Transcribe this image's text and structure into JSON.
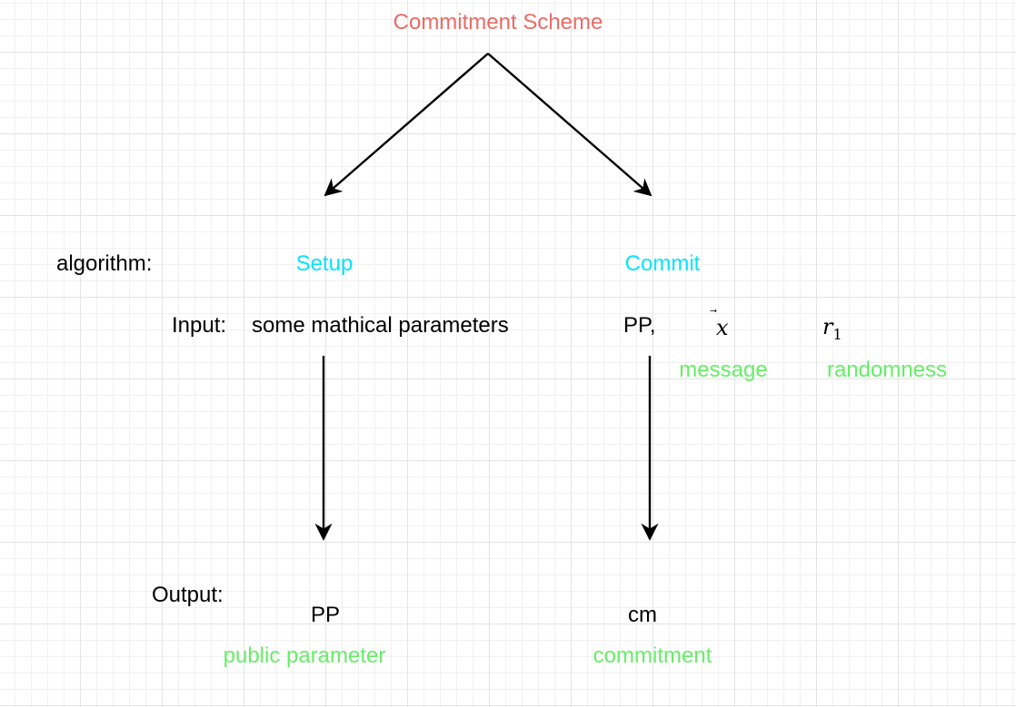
{
  "title": "Commitment Scheme",
  "row_labels": {
    "algorithm": "algorithm:",
    "input": "Input:",
    "output": "Output:"
  },
  "setup": {
    "name": "Setup",
    "input": "some mathical parameters",
    "output": "PP",
    "output_desc": "public parameter"
  },
  "commit": {
    "name": "Commit",
    "input_pp": "PP,",
    "input_x": "x",
    "input_x_desc": "message",
    "input_r": "r",
    "input_r_sub": "1",
    "input_r_desc": "randomness",
    "output": "cm",
    "output_desc": "commitment"
  },
  "colors": {
    "title": "#ea6b66",
    "algorithm_name": "#00e5ff",
    "annotation": "#66ee66",
    "text": "#000000"
  }
}
